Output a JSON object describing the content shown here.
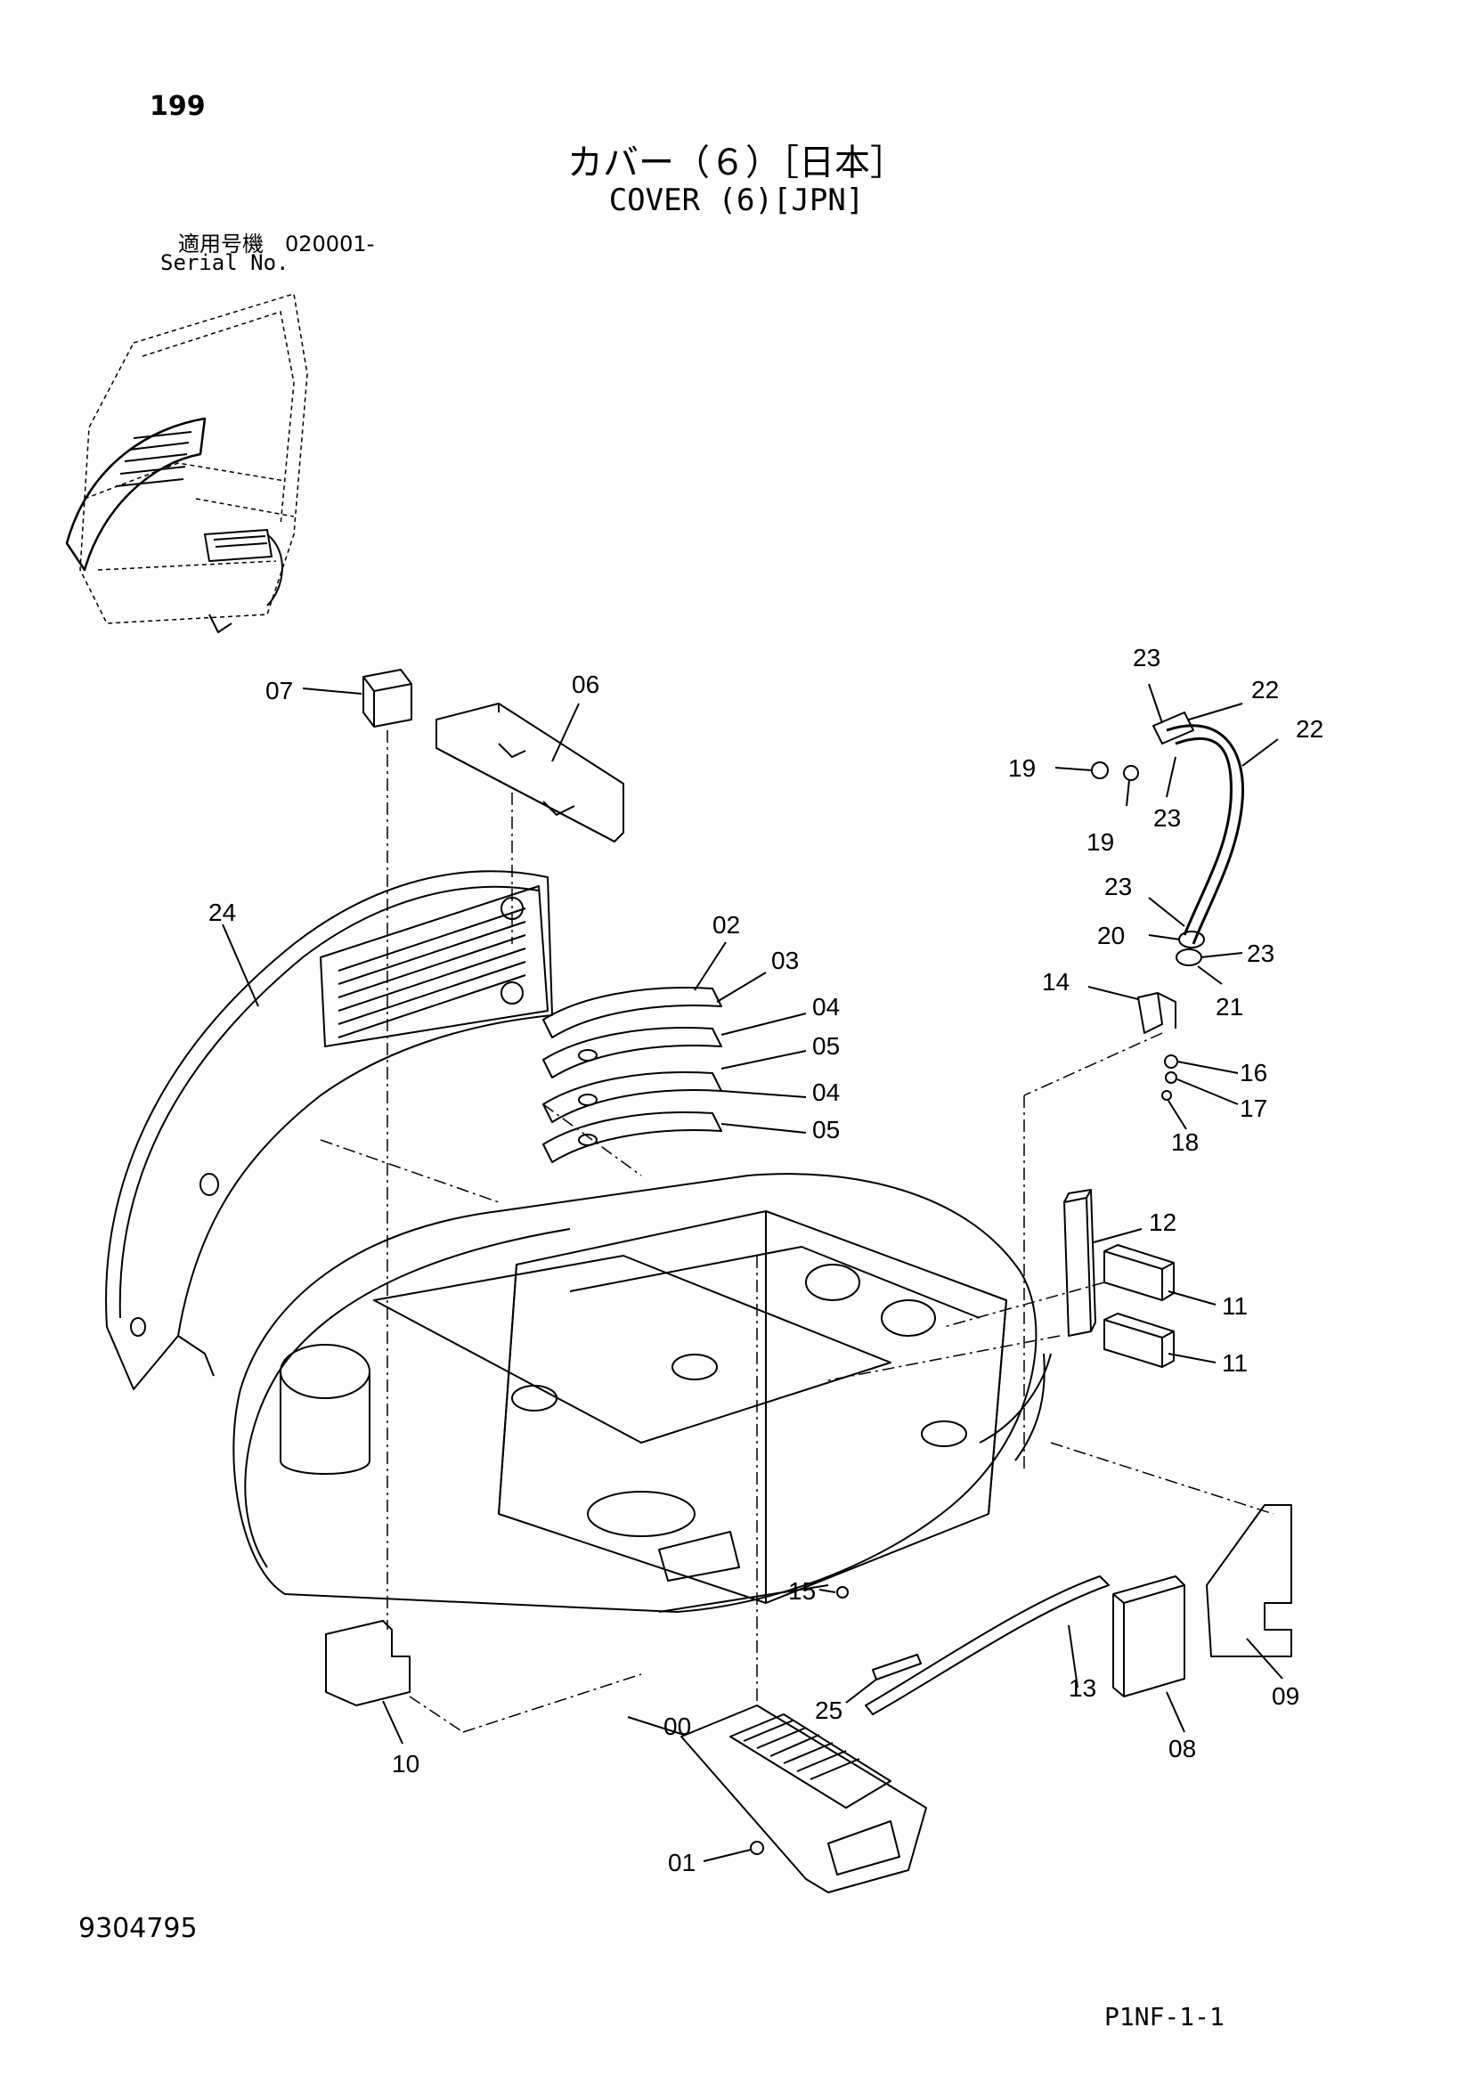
{
  "header": {
    "page_number": "199",
    "title_jp": "カバー（６）［日本］",
    "title_en": "COVER (6)[JPN]",
    "serial_label_jp": "適用号機　020001-",
    "serial_label_en": "Serial No."
  },
  "footer": {
    "document_number": "9304795",
    "page_code": "P1NF-1-1"
  },
  "callouts": {
    "c00": "00",
    "c01": "01",
    "c02": "02",
    "c03": "03",
    "c04a": "04",
    "c04b": "04",
    "c05a": "05",
    "c05b": "05",
    "c06": "06",
    "c07": "07",
    "c08": "08",
    "c09": "09",
    "c10": "10",
    "c11a": "11",
    "c11b": "11",
    "c12": "12",
    "c13": "13",
    "c14": "14",
    "c15": "15",
    "c16": "16",
    "c17": "17",
    "c18": "18",
    "c19a": "19",
    "c19b": "19",
    "c20": "20",
    "c21": "21",
    "c22a": "22",
    "c22b": "22",
    "c23a": "23",
    "c23b": "23",
    "c23c": "23",
    "c23d": "23",
    "c24": "24",
    "c25": "25"
  }
}
